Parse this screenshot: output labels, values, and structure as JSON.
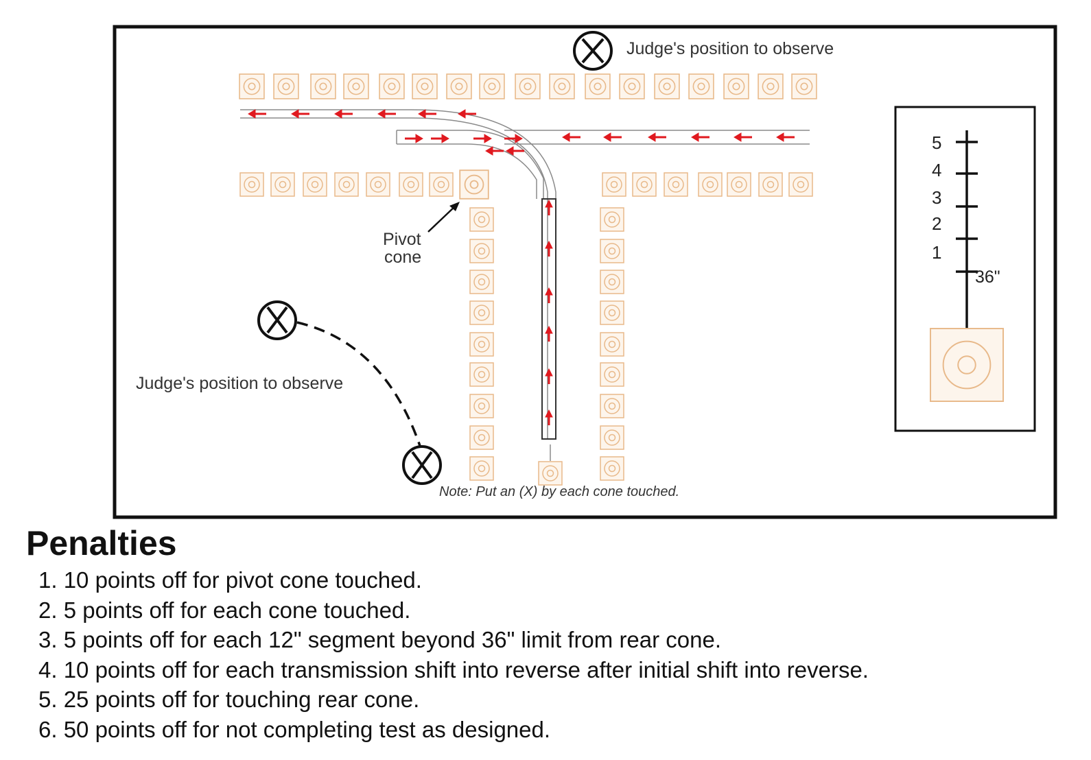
{
  "diagram": {
    "judge_label_top": "Judge's position to observe",
    "judge_label_left": "Judge's position to observe",
    "pivot_label_line1": "Pivot",
    "pivot_label_line2": "cone",
    "note": "Note: Put an (X) by each cone touched.",
    "scale_ticks": [
      "5",
      "4",
      "3",
      "2",
      "1"
    ],
    "scale_distance_label": "36\"",
    "colors": {
      "frame": "#111111",
      "cone_fill": "#fdf5ec",
      "cone_stroke": "#e8b98a",
      "arrow": "#e0191f",
      "path": "#8a8a8a"
    }
  },
  "penalties": {
    "heading": "Penalties",
    "items": [
      "1. 10 points off for pivot cone touched.",
      "2. 5 points off for each cone touched.",
      "3. 5 points off for each 12\" segment beyond 36\" limit from rear cone.",
      "4. 10 points off for each transmission shift into reverse after initial shift into reverse.",
      "5. 25 points off for touching rear cone.",
      "6. 50 points off for not completing test as designed."
    ]
  }
}
